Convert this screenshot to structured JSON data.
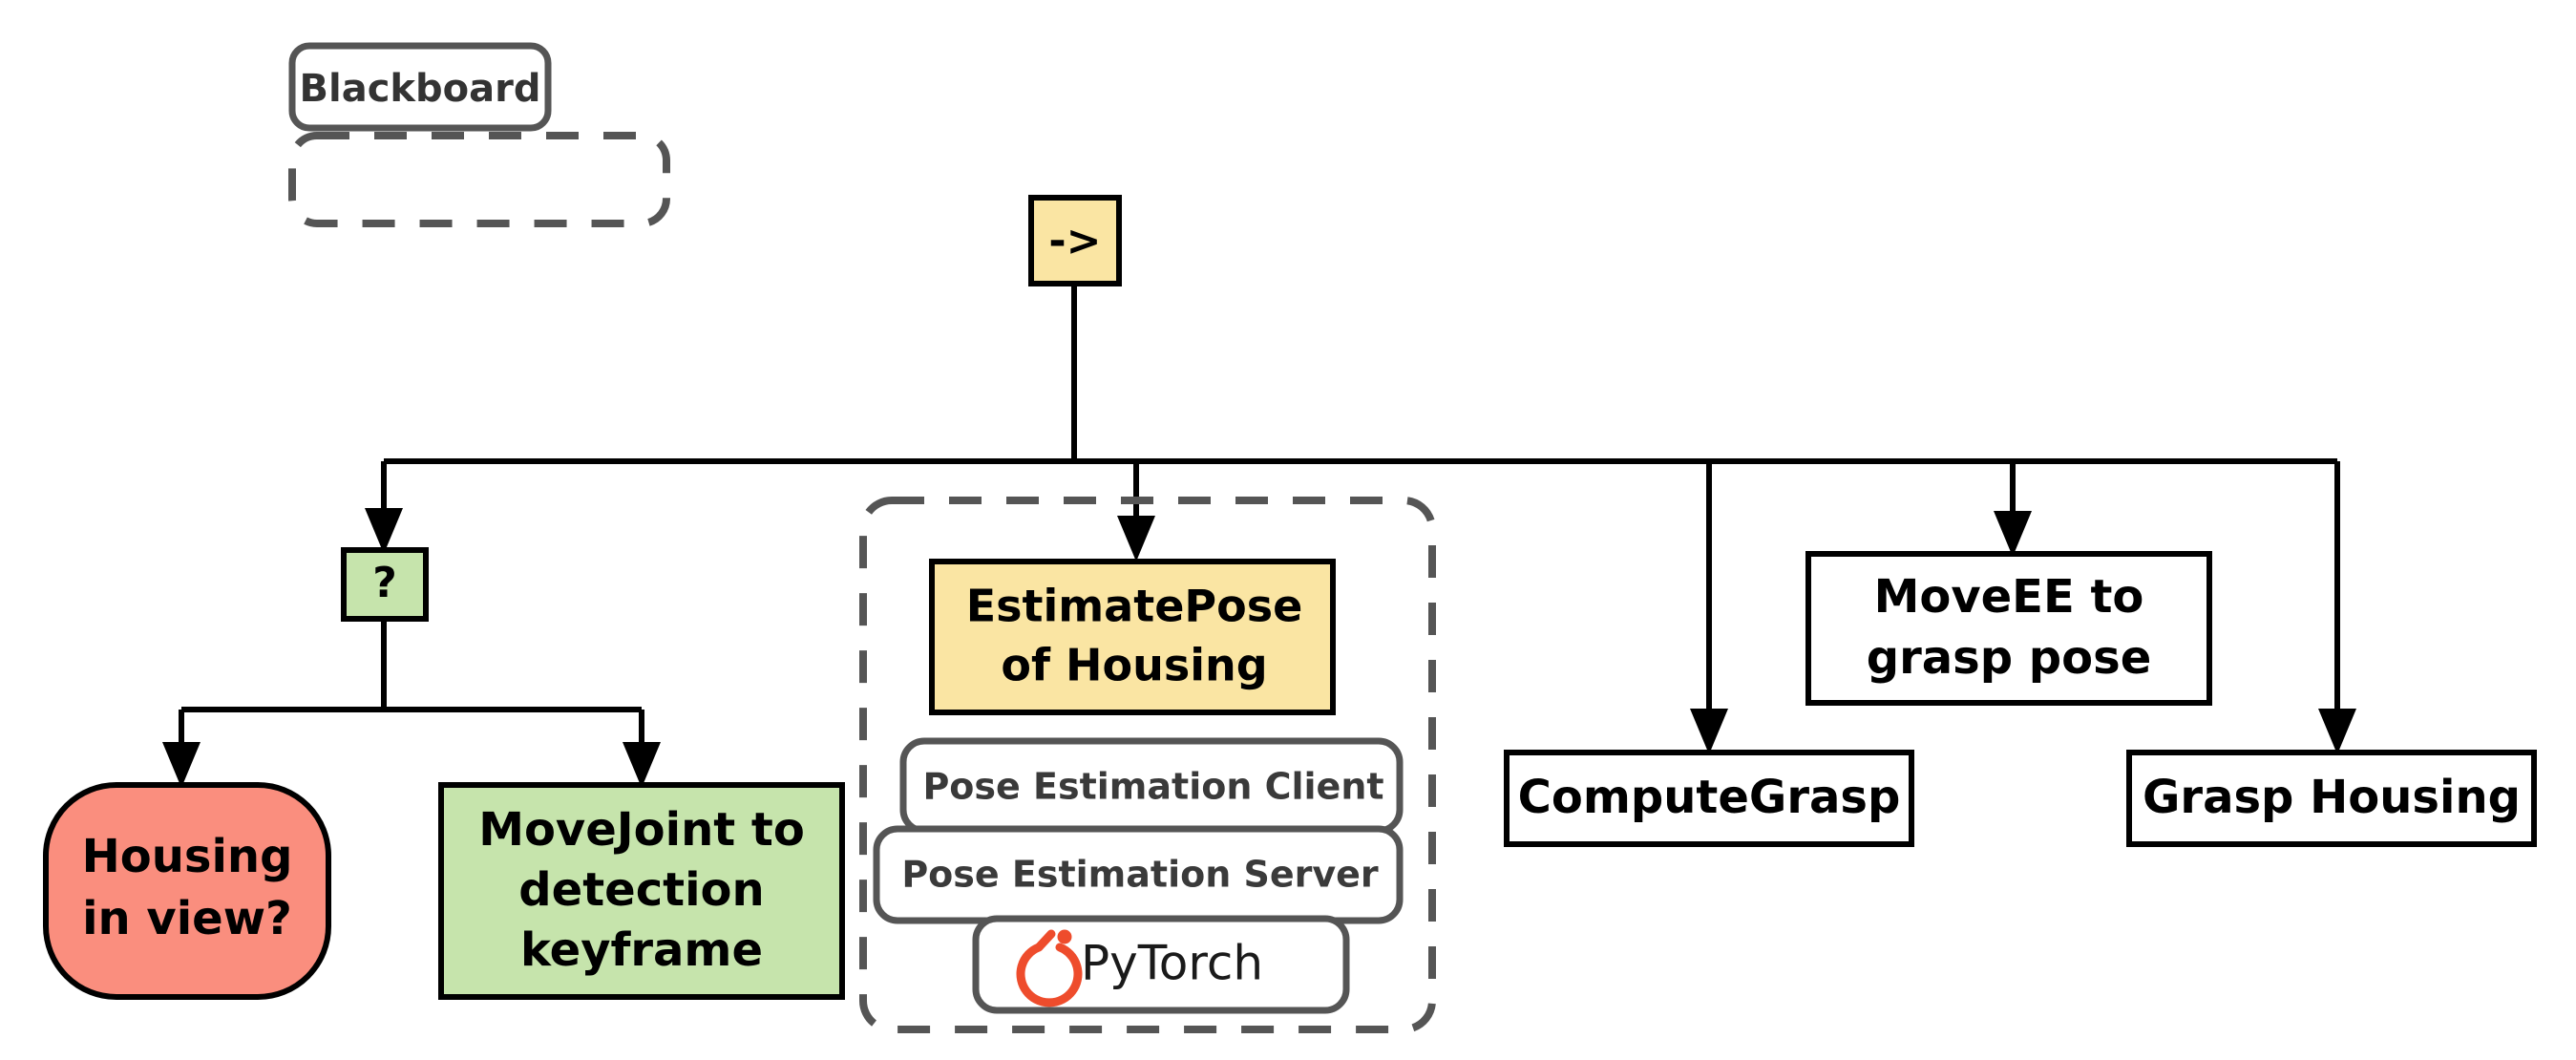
{
  "diagram": {
    "type": "behavior-tree",
    "title": "",
    "colors": {
      "sequence_fill": "#FAE5A3",
      "fallback_fill": "#C6E4AC",
      "condition_fill": "#FA8E7E",
      "action_fill": "#FFFFFF",
      "subtree_fill": "#FAE5A3",
      "edge": "#000000",
      "dashed_border": "#555555",
      "pytorch_orange": "#EE4C2C"
    }
  },
  "legend": {
    "blackboard_label": "Blackboard"
  },
  "nodes": {
    "root_sequence": {
      "label": "->",
      "kind": "sequence"
    },
    "fallback": {
      "label": "?",
      "kind": "fallback"
    },
    "housing_in_view": {
      "label_line1": "Housing",
      "label_line2": "in view?",
      "kind": "condition"
    },
    "movejoint_detection": {
      "label_line1": "MoveJoint to",
      "label_line2": "detection",
      "label_line3": "keyframe",
      "kind": "action"
    },
    "estimate_pose": {
      "label_line1": "EstimatePose",
      "label_line2": "of Housing",
      "kind": "action"
    },
    "compute_grasp": {
      "label": "ComputeGrasp",
      "kind": "action"
    },
    "move_ee_grasp_pose": {
      "label_line1": "MoveEE to",
      "label_line2": "grasp pose",
      "kind": "action"
    },
    "grasp_housing": {
      "label": "Grasp Housing",
      "kind": "action"
    }
  },
  "software_stack": {
    "client": "Pose Estimation Client",
    "server": "Pose Estimation Server",
    "framework": "PyTorch"
  }
}
